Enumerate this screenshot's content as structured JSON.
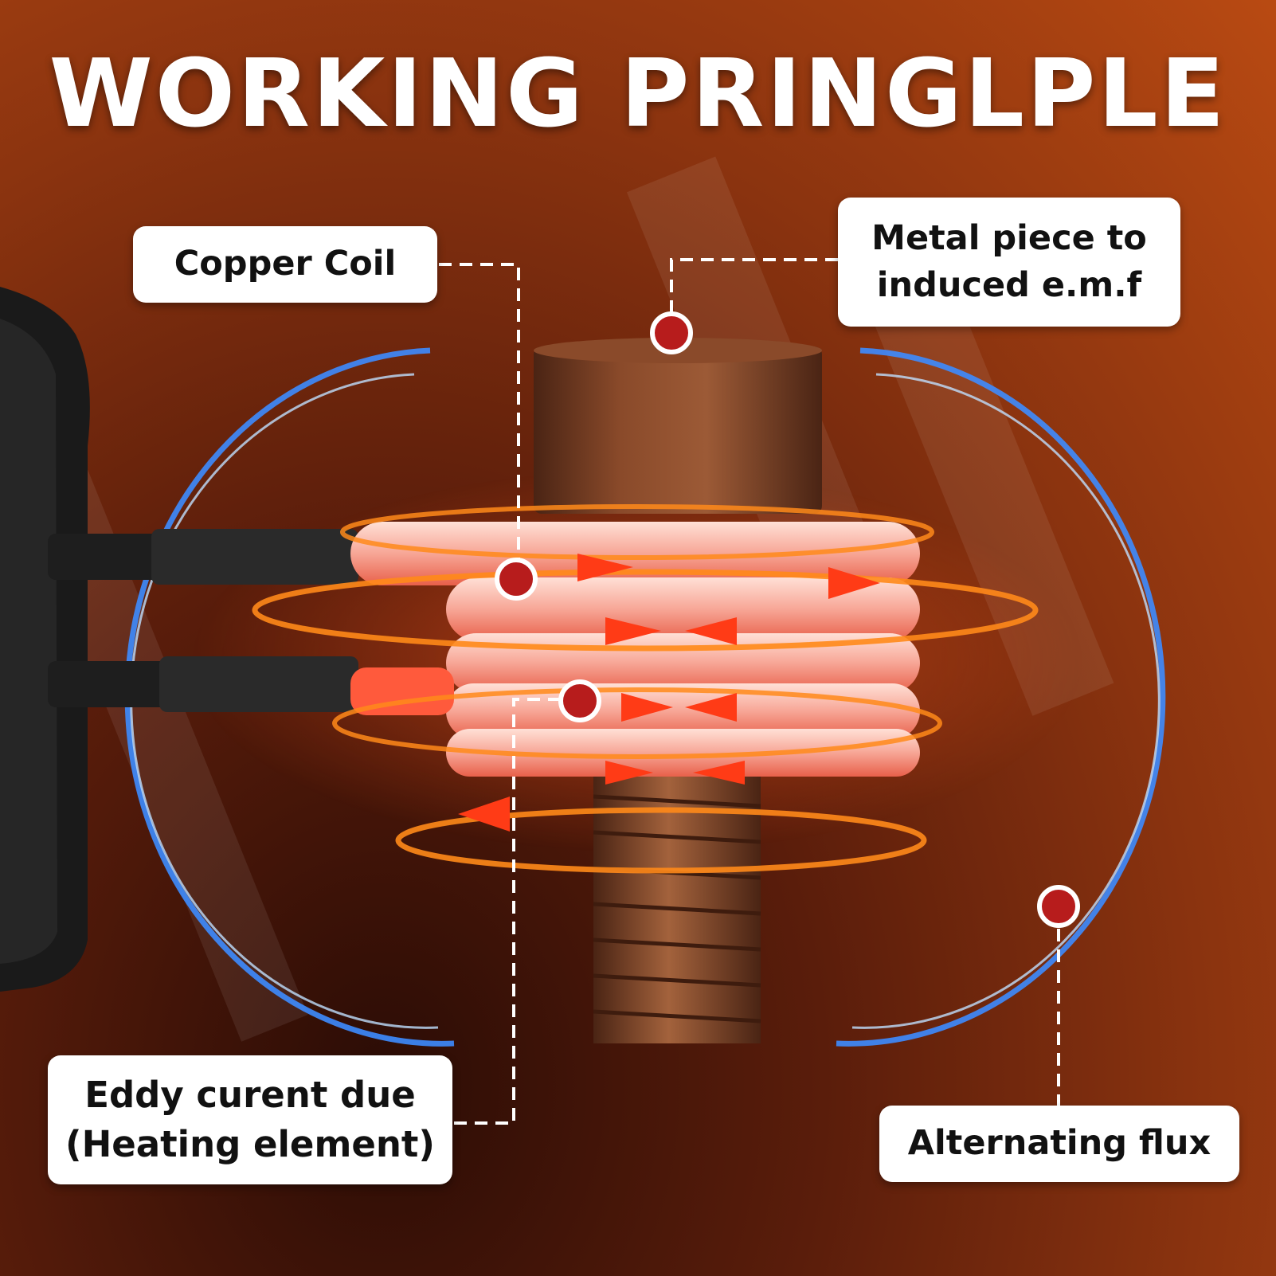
{
  "title": "WORKING PRINGLPLE",
  "labels": {
    "copper_coil": "Copper Coil",
    "metal_piece_line1": "Metal piece to",
    "metal_piece_line2": "induced e.m.f",
    "eddy_line1": "Eddy curent due",
    "eddy_line2": "(Heating element)",
    "alternating_flux": "Alternating flux"
  },
  "colors": {
    "marker": "#b71c1c",
    "coil": "#f6b7aa",
    "flux_ring": "#3d8cff",
    "heat_glow": "#ff7a1a",
    "current_arrow": "#ff3b16",
    "bolt": "#7a3a1c"
  }
}
